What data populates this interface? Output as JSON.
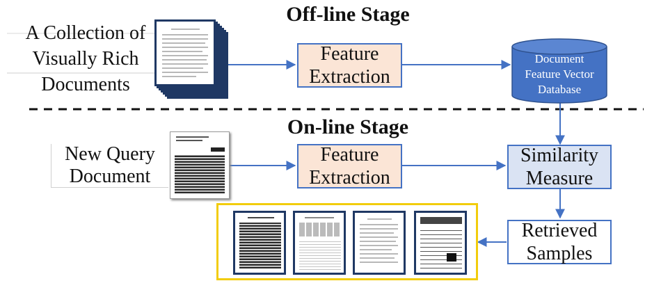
{
  "offline": {
    "title": "Off-line Stage",
    "collection_lines": [
      "A Collection of",
      "Visually Rich",
      "Documents"
    ],
    "feature_lines": [
      "Feature",
      "Extraction"
    ],
    "database_lines": [
      "Document",
      "Feature Vector",
      "Database"
    ]
  },
  "online": {
    "title": "On-line Stage",
    "query_lines": [
      "New Query",
      "Document"
    ],
    "feature_lines": [
      "Feature",
      "Extraction"
    ],
    "similarity_lines": [
      "Similarity",
      "Measure"
    ],
    "retrieved_lines": [
      "Retrieved",
      "Samples"
    ]
  },
  "colors": {
    "arrow": "#4472c4",
    "feature_fill": "#fbe5d6",
    "similarity_fill": "#dae3f3",
    "database_fill": "#4472c4",
    "results_border": "#f2cc0c"
  }
}
